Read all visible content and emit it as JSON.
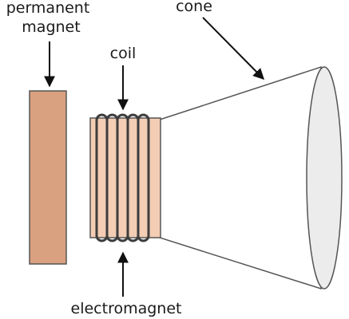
{
  "labels": {
    "permanent_magnet_line1": "permanent",
    "permanent_magnet_line2": "magnet",
    "coil": "coil",
    "cone": "cone",
    "electromagnet": "electromagnet"
  },
  "colors": {
    "magnet_fill": "#daa180",
    "electromagnet_fill": "#f3cdb4",
    "cone_fill": "#ffffff",
    "cone_mouth_fill": "#ececec",
    "coil_stroke": "#3d3d3d",
    "outline": "#555555",
    "arrow": "#111111"
  }
}
